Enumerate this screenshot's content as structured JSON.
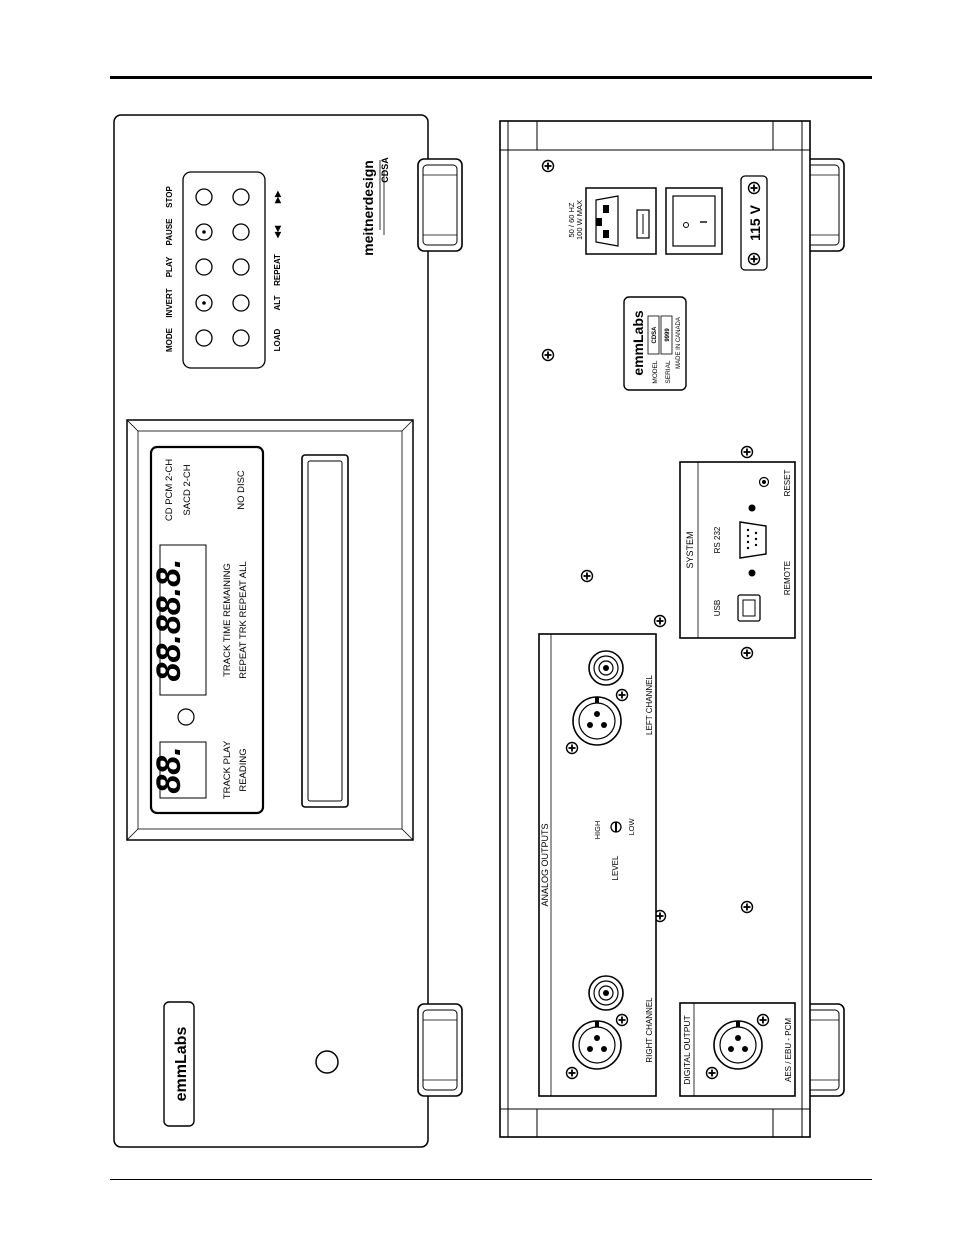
{
  "front": {
    "buttons_top": [
      "MODE",
      "INVERT",
      "PLAY",
      "PAUSE",
      "STOP"
    ],
    "buttons_bottom": [
      "LOAD",
      "ALT",
      "REPEAT",
      "◀◀",
      "▶▶"
    ],
    "brand": "meitnerdesign",
    "model": "CDSA",
    "display": {
      "digits_small": "88.",
      "digits_large": "88.88.8.",
      "row1_left": "TRACK PLAY",
      "row2_left": "READING",
      "row1_mid": "TRACK TIME  REMAINING",
      "row2_mid": "REPEAT TRK  REPEAT ALL",
      "row1_right": "CD  PCM 2-CH",
      "row2_right": "SACD   2-CH",
      "row3_right": "NO DISC"
    },
    "logo": "emmLabs"
  },
  "rear": {
    "power": {
      "spec1": "50 / 60 HZ",
      "spec2": "100 W MAX",
      "voltage": "115 V"
    },
    "nameplate": {
      "brand": "emmLabs",
      "model_label": "MODEL",
      "model_value": "CDSA",
      "serial_label": "SERIAL",
      "serial_value": "9999",
      "made": "MADE IN CANADA"
    },
    "system": {
      "title": "SYSTEM",
      "usb": "USB",
      "rs232": "RS 232",
      "remote": "REMOTE",
      "reset": "RESET"
    },
    "analog": {
      "title": "ANALOG OUTPUTS",
      "left": "LEFT CHANNEL",
      "right": "RIGHT CHANNEL",
      "level": "LEVEL",
      "high": "HIGH",
      "low": "LOW"
    },
    "digital": {
      "title": "DIGITAL OUTPUT",
      "label": "AES / EBU - PCM"
    }
  }
}
